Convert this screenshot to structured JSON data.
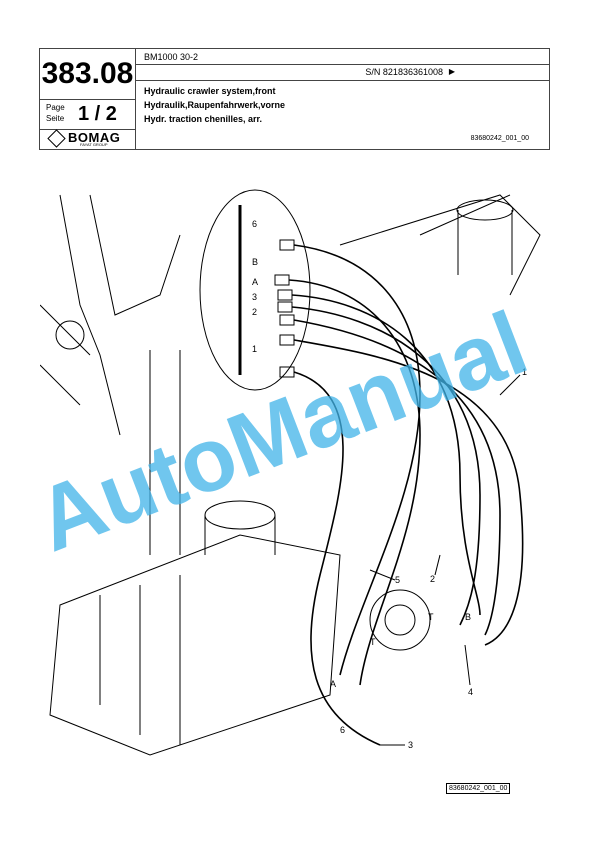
{
  "header": {
    "page_number": "383.08",
    "page_label": "Page\nSeite",
    "page_fraction": "1 / 2",
    "logo_text": "BOMAG",
    "logo_sub": "FAYAT GROUP",
    "model": "BM1000 30-2",
    "serial": "S/N 821836361008",
    "serial_arrow": "▶",
    "title_en": "Hydraulic crawler system,front",
    "title_de": "Hydraulik,Raupenfahrwerk,vorne",
    "title_fr": "Hydr. traction chenilles, arr.",
    "doc_ref": "83680242_001_00"
  },
  "drawing": {
    "callouts": [
      "6",
      "B",
      "A",
      "3",
      "2",
      "1",
      "1",
      "5",
      "2",
      "T",
      "B",
      "T",
      "A",
      "4",
      "6",
      "3"
    ]
  },
  "watermark": "AutoManual",
  "figure_ref": "83680242_001_00"
}
